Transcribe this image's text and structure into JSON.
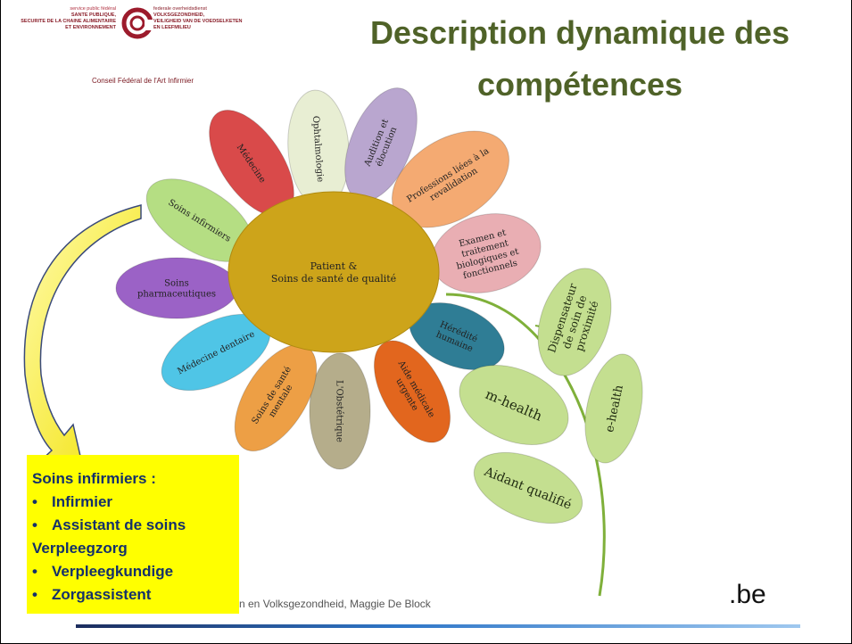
{
  "logo": {
    "fr_lines": [
      "service public fédéral",
      "SANTE PUBLIQUE,",
      "SECURITE DE LA CHAINE ALIMENTAIRE",
      "ET ENVIRONNEMENT"
    ],
    "nl_lines": [
      "federale overheidsdienst",
      "VOLKSGEZONDHEID,",
      "VEILIGHEID VAN DE VOEDSELKETEN",
      "EN LEEFMILIEU"
    ],
    "council": "Conseil Fédéral de l'Art Infirmier"
  },
  "title": {
    "line1": "Description dynamique des",
    "line2": "compétences"
  },
  "flower": {
    "center_line1": "Patient &",
    "center_line2": "Soins de santé de qualité",
    "petals": [
      {
        "lines": [
          "Médecine"
        ],
        "color": "#d94a4a"
      },
      {
        "lines": [
          "Ophtalmologie"
        ],
        "color": "#e8eed3"
      },
      {
        "lines": [
          "Audition et",
          "élocution"
        ],
        "color": "#b9a6cf"
      },
      {
        "lines": [
          "Professions liées à la",
          "revalidation"
        ],
        "color": "#f4aa72"
      },
      {
        "lines": [
          "Examen et",
          "traitement",
          "biologiques et",
          "fonctionnels"
        ],
        "color": "#e9aeb3"
      },
      {
        "lines": [
          "Hérédité",
          "humaine"
        ],
        "color": "#2f7d95"
      },
      {
        "lines": [
          "Aide médicale",
          "urgente"
        ],
        "color": "#e2661e"
      },
      {
        "lines": [
          "L'Obstétrique"
        ],
        "color": "#b5ad8b"
      },
      {
        "lines": [
          "Soins de santé",
          "mentale"
        ],
        "color": "#ed9f45"
      },
      {
        "lines": [
          "Médecine dentaire"
        ],
        "color": "#4fc5e6"
      },
      {
        "lines": [
          "Soins",
          "pharmaceutiques"
        ],
        "color": "#9b62c6"
      },
      {
        "lines": [
          "Soins infirmiers"
        ],
        "color": "#b5de83"
      }
    ],
    "leaves": [
      {
        "lines": [
          "Dispensateur",
          "de soin de",
          "proximité"
        ]
      },
      {
        "lines": [
          "e-health"
        ]
      },
      {
        "lines": [
          "m-health"
        ]
      },
      {
        "lines": [
          "Aidant qualifié"
        ]
      }
    ],
    "leaf_color": "#c4df90",
    "center_color": "#cda41a",
    "stem_color": "#7fb03a"
  },
  "callout": {
    "heading_fr": "Soins infirmiers :",
    "items_fr": [
      "Infirmier",
      "Assistant de soins"
    ],
    "heading_nl": "Verpleegzorg",
    "items_nl": [
      "Verpleegkundige",
      "Zorgassistent"
    ],
    "bullet": "•"
  },
  "footer": {
    "text": "n en Volksgezondheid, Maggie De Block",
    "be": ".be"
  }
}
